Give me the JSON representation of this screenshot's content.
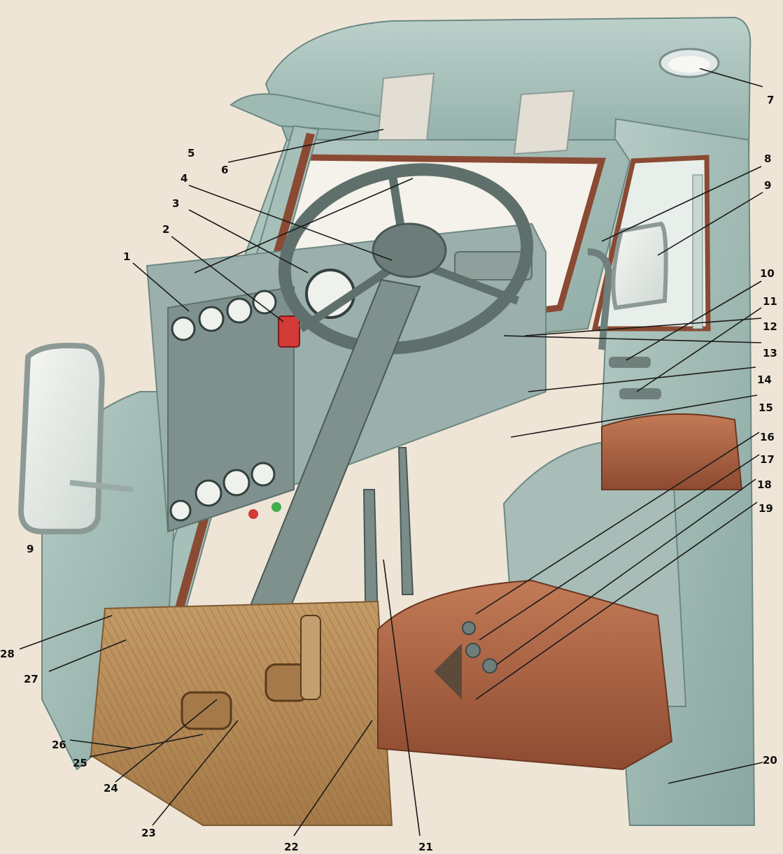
{
  "diagram": {
    "colors": {
      "paper": "#efe5d7",
      "body_teal": "#a9c2bb",
      "body_dark": "#7f9d98",
      "trim_brown": "#8a4a33",
      "seat_brown": "#b06a48",
      "floor_tan": "#b98f5c",
      "dash_grey": "#8e9f9c",
      "red_item": "#d23a35"
    },
    "callouts": [
      {
        "id": "1",
        "label": "1"
      },
      {
        "id": "2",
        "label": "2"
      },
      {
        "id": "3",
        "label": "3"
      },
      {
        "id": "4",
        "label": "4"
      },
      {
        "id": "5",
        "label": "5"
      },
      {
        "id": "6",
        "label": "6"
      },
      {
        "id": "7",
        "label": "7"
      },
      {
        "id": "8",
        "label": "8"
      },
      {
        "id": "9a",
        "label": "9"
      },
      {
        "id": "9b",
        "label": "9"
      },
      {
        "id": "10",
        "label": "10"
      },
      {
        "id": "11",
        "label": "11"
      },
      {
        "id": "12",
        "label": "12"
      },
      {
        "id": "13",
        "label": "13"
      },
      {
        "id": "14",
        "label": "14"
      },
      {
        "id": "15",
        "label": "15"
      },
      {
        "id": "16",
        "label": "16"
      },
      {
        "id": "17",
        "label": "17"
      },
      {
        "id": "18",
        "label": "18"
      },
      {
        "id": "19",
        "label": "19"
      },
      {
        "id": "20",
        "label": "20"
      },
      {
        "id": "21",
        "label": "21"
      },
      {
        "id": "22",
        "label": "22"
      },
      {
        "id": "23",
        "label": "23"
      },
      {
        "id": "24",
        "label": "24"
      },
      {
        "id": "25",
        "label": "25"
      },
      {
        "id": "26",
        "label": "26"
      },
      {
        "id": "27",
        "label": "27"
      },
      {
        "id": "28",
        "label": "28"
      }
    ]
  }
}
